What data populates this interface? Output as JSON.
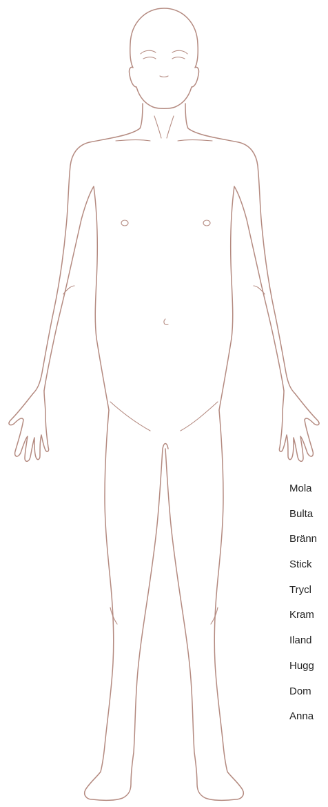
{
  "body_map": {
    "line_color": "#b48a80",
    "background": "#ffffff"
  },
  "pain_types": {
    "items": [
      {
        "label": "Mola"
      },
      {
        "label": "Bulta"
      },
      {
        "label": "Bränn"
      },
      {
        "label": "Stick"
      },
      {
        "label": "Trycl"
      },
      {
        "label": "Kram"
      },
      {
        "label": "Iland"
      },
      {
        "label": "Hugg"
      },
      {
        "label": "Dom"
      },
      {
        "label": "Anna"
      }
    ]
  }
}
